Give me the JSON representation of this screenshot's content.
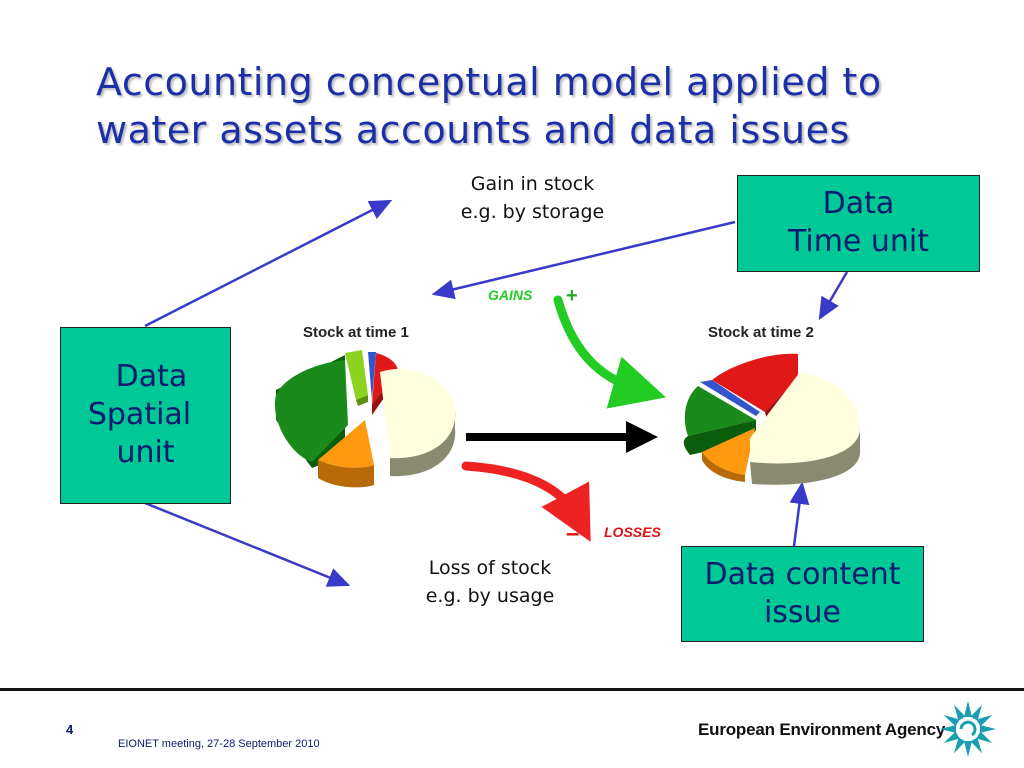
{
  "title": {
    "line1": "Accounting conceptual model applied to",
    "line2": "water assets accounts and data issues"
  },
  "diagram": {
    "stock1_label": "Stock at time 1",
    "stock2_label": "Stock at time 2",
    "gains_label": "GAINS",
    "gains_sign": "+",
    "losses_label": "LOSSES",
    "losses_sign": "–",
    "gain_caption": {
      "line1": "Gain in stock",
      "line2": "e.g. by storage"
    },
    "loss_caption": {
      "line1": "Loss of stock",
      "line2": "e.g. by usage"
    }
  },
  "boxes": {
    "time_unit": {
      "line1": "Data",
      "line2": "Time unit"
    },
    "spatial_unit": {
      "line1": "Data",
      "line2": "Spatial",
      "line3": "unit"
    },
    "content_issue": {
      "line1": "Data content",
      "line2": "issue"
    }
  },
  "footer": {
    "page_number": "4",
    "meeting": "EIONET meeting, 27-28 September 2010",
    "agency": "European Environment Agency"
  },
  "colors": {
    "title": "#1a2fa8",
    "box_fill": "#00c896",
    "arrow_blue": "#3a3ac8",
    "gains_green": "#22cc22",
    "losses_red": "#ee2222",
    "logo": "#1a9fb0"
  },
  "icons": [
    "eea-logo-icon"
  ]
}
